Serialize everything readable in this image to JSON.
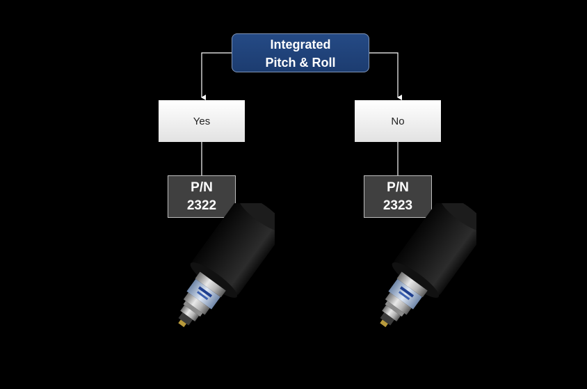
{
  "root": {
    "line1": "Integrated",
    "line2": "Pitch & Roll"
  },
  "answers": {
    "yes": "Yes",
    "no": "No"
  },
  "parts": [
    {
      "line1": "P/N",
      "line2": "2322"
    },
    {
      "line1": "P/N",
      "line2": "2323"
    }
  ],
  "colors": {
    "background": "#000000",
    "root_fill": "#1f4078",
    "answer_fill": "#f2f2f2",
    "part_fill": "#404040",
    "connector": "#ffffff"
  }
}
